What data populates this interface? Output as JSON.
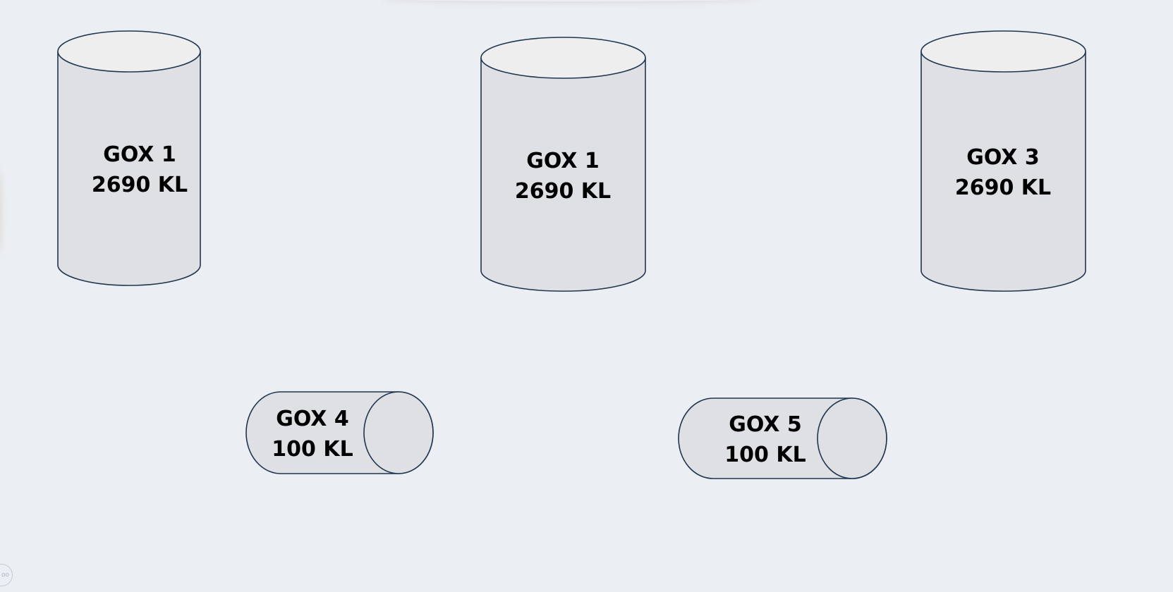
{
  "colors": {
    "background": "#ebeef3",
    "tank_body": "#dfe0e4",
    "tank_top": "#eeeeee",
    "outline": "#1f3550"
  },
  "tanks": [
    {
      "line1": "GOX 1",
      "line2": "2690 KL",
      "orientation": "vertical"
    },
    {
      "line1": "GOX 1",
      "line2": "2690 KL",
      "orientation": "vertical"
    },
    {
      "line1": "GOX 3",
      "line2": "2690 KL",
      "orientation": "vertical"
    },
    {
      "line1": "GOX 4",
      "line2": "100 KL",
      "orientation": "horizontal"
    },
    {
      "line1": "GOX 5",
      "line2": "100 KL",
      "orientation": "horizontal"
    }
  ],
  "corner_control": {
    "icon": "more-options-icon",
    "label": "oo"
  }
}
